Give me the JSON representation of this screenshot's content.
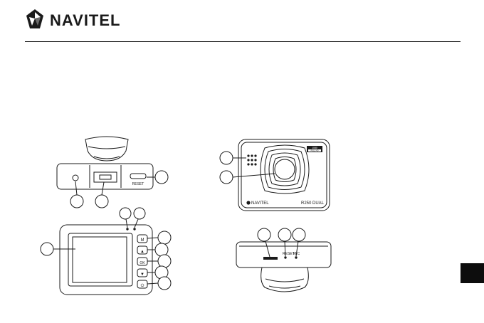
{
  "brand": {
    "name": "NAVITEL",
    "logo_icon": "navitel-sphere-logo-icon"
  },
  "front_view": {
    "brand_label": "NAVITEL",
    "model_label": "R250 DUAL",
    "sticker_line1": "1080",
    "sticker_line2": "FULL HD"
  },
  "top_view": {
    "port_label": "RESET"
  },
  "bottom_view": {
    "reset_label": "RESET",
    "mic_label": "MIC"
  },
  "callout_icon": "numbered-callout-circle",
  "page_tab_color": "#0d0d0d",
  "line_color": "#1a1a1a"
}
